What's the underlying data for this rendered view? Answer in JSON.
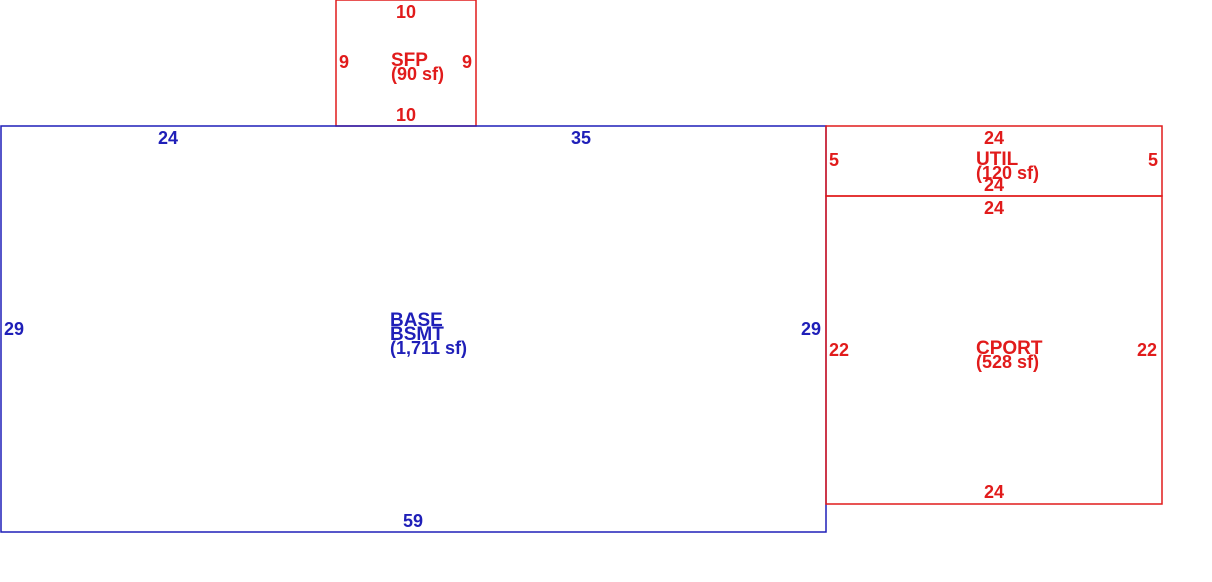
{
  "colors": {
    "main_structure": "#1f1fb8",
    "addition": "#e11b1b"
  },
  "rooms": {
    "sfp": {
      "name": "SFP",
      "area": "(90 sf)",
      "dims": {
        "top": "10",
        "bottom": "10",
        "left": "9",
        "right": "9"
      }
    },
    "base": {
      "name1": "BASE",
      "name2": "BSMT",
      "area": "(1,711 sf)",
      "dims": {
        "top_left": "24",
        "top_right": "35",
        "bottom": "59",
        "left": "29",
        "right": "29"
      }
    },
    "util": {
      "name": "UTIL",
      "area": "(120 sf)",
      "dims": {
        "top": "24",
        "bottom": "24",
        "left": "5",
        "right": "5"
      }
    },
    "cport": {
      "name": "CPORT",
      "area": "(528 sf)",
      "dims": {
        "top": "24",
        "bottom": "24",
        "left": "22",
        "right": "22"
      }
    }
  }
}
